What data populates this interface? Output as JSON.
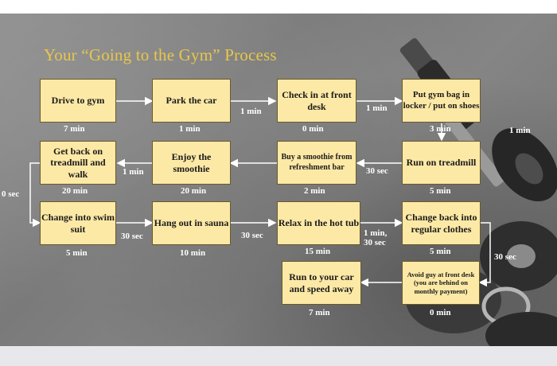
{
  "title": "Your “Going to the Gym” Process",
  "steps": [
    {
      "label": "Drive to gym",
      "time": "7 min"
    },
    {
      "label": "Park the car",
      "time": "1 min"
    },
    {
      "label": "Check in at front desk",
      "time": "0 min"
    },
    {
      "label": "Put gym bag in locker / put on shoes",
      "time": "3 min"
    },
    {
      "label": "Run on treadmill",
      "time": "5 min"
    },
    {
      "label": "Buy a smoothie from refreshment bar",
      "time": "2 min"
    },
    {
      "label": "Enjoy the smoothie",
      "time": "20 min"
    },
    {
      "label": "Get back on treadmill and walk",
      "time": "20 min"
    },
    {
      "label": "Change into swim suit",
      "time": "5 min"
    },
    {
      "label": "Hang out in sauna",
      "time": "10 min"
    },
    {
      "label": "Relax in the hot tub",
      "time": "15 min"
    },
    {
      "label": "Change back into regular clothes",
      "time": "5 min"
    },
    {
      "label": "Avoid guy at front desk (you are behind on monthly payment)",
      "time": "0 min"
    },
    {
      "label": "Run to your car and speed away",
      "time": "7 min"
    }
  ],
  "transitions": [
    "1 min",
    "1 min",
    "1 min",
    "30 sec",
    "1 min",
    "0 sec",
    "30 sec",
    "30 sec",
    "1 min, 30 sec",
    "30 sec"
  ],
  "colors": {
    "box_fill": "#fde9a6",
    "title_color": "#e8c74a",
    "arrow_color": "#ffffff"
  }
}
